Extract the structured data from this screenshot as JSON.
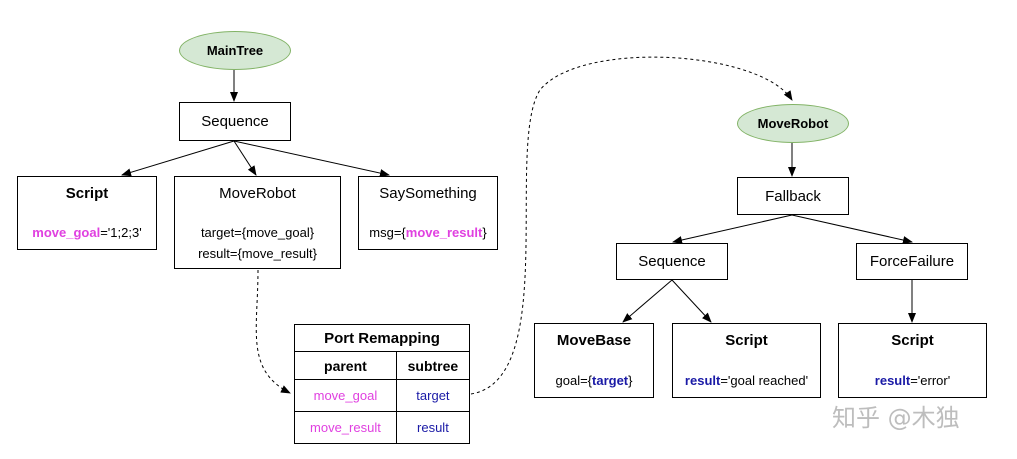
{
  "main_tree": {
    "root": "MainTree",
    "sequence": "Sequence",
    "script": {
      "title": "Script",
      "key": "move_goal",
      "value": "='1;2;3'"
    },
    "move_robot": {
      "title": "MoveRobot",
      "line1": "target={move_goal}",
      "line2": "result={move_result}"
    },
    "say_something": {
      "title": "SaySomething",
      "prefix": "msg={",
      "key": "move_result",
      "suffix": "}"
    }
  },
  "port_remapping": {
    "title": "Port Remapping",
    "col_parent": "parent",
    "col_subtree": "subtree",
    "rows": [
      {
        "parent": "move_goal",
        "subtree": "target"
      },
      {
        "parent": "move_result",
        "subtree": "result"
      }
    ]
  },
  "subtree": {
    "root": "MoveRobot",
    "fallback": "Fallback",
    "sequence": "Sequence",
    "force_failure": "ForceFailure",
    "move_base": {
      "title": "MoveBase",
      "prefix": "goal={",
      "key": "target",
      "suffix": "}"
    },
    "script_goal": {
      "title": "Script",
      "key": "result",
      "value": "='goal reached'"
    },
    "script_error": {
      "title": "Script",
      "key": "result",
      "value": "='error'"
    }
  },
  "watermark": "知乎 @木独",
  "colors": {
    "ellipse_fill": "#d5e8d4",
    "ellipse_border": "#82b366",
    "port_parent": "#e040e0",
    "port_subtree": "#1a1aa6"
  }
}
